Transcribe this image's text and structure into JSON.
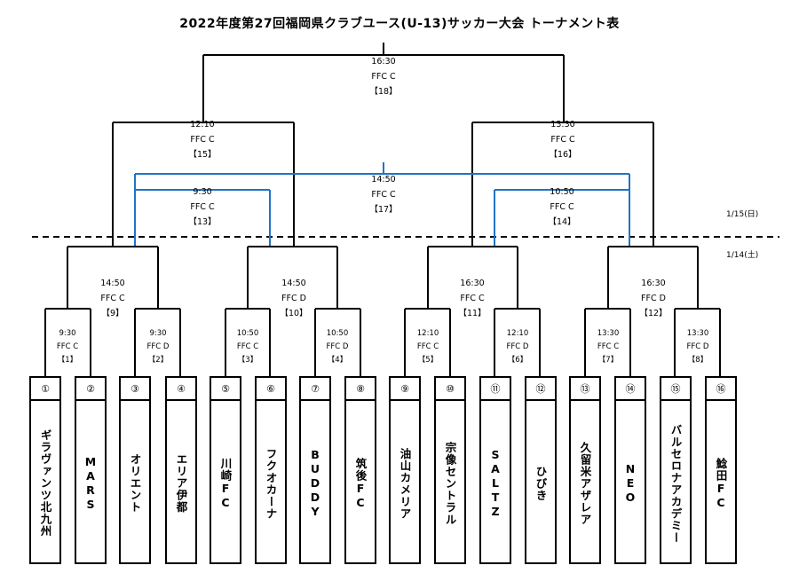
{
  "title": "2022年度第27回福岡県クラブユース(U-13)サッカー大会 トーナメント表",
  "days": {
    "day2": "1/15(日)",
    "day1": "1/14(土)"
  },
  "teams": [
    {
      "num": "①",
      "name": "ギラヴァンツ北九州"
    },
    {
      "num": "②",
      "name": "MARS"
    },
    {
      "num": "③",
      "name": "オリエント"
    },
    {
      "num": "④",
      "name": "エリア伊都"
    },
    {
      "num": "⑤",
      "name": "川崎FC"
    },
    {
      "num": "⑥",
      "name": "フクオカーナ"
    },
    {
      "num": "⑦",
      "name": "BUDDY"
    },
    {
      "num": "⑧",
      "name": "筑後FC"
    },
    {
      "num": "⑨",
      "name": "油山カメリア"
    },
    {
      "num": "⑩",
      "name": "宗像セントラル"
    },
    {
      "num": "⑪",
      "name": "SALTZ"
    },
    {
      "num": "⑫",
      "name": "ひびき"
    },
    {
      "num": "⑬",
      "name": "久留米アザレア"
    },
    {
      "num": "⑭",
      "name": "NEO"
    },
    {
      "num": "⑮",
      "name": "バルセロナアカデミー"
    },
    {
      "num": "⑯",
      "name": "鯰田FC"
    }
  ],
  "matches": {
    "m1": {
      "time": "9:30",
      "venue": "FFC C",
      "no": "【1】"
    },
    "m2": {
      "time": "9:30",
      "venue": "FFC D",
      "no": "【2】"
    },
    "m3": {
      "time": "10:50",
      "venue": "FFC C",
      "no": "【3】"
    },
    "m4": {
      "time": "10:50",
      "venue": "FFC D",
      "no": "【4】"
    },
    "m5": {
      "time": "12:10",
      "venue": "FFC C",
      "no": "【5】"
    },
    "m6": {
      "time": "12:10",
      "venue": "FFC D",
      "no": "【6】"
    },
    "m7": {
      "time": "13:30",
      "venue": "FFC C",
      "no": "【7】"
    },
    "m8": {
      "time": "13:30",
      "venue": "FFC D",
      "no": "【8】"
    },
    "m9": {
      "time": "14:50",
      "venue": "FFC C",
      "no": "【9】"
    },
    "m10": {
      "time": "14:50",
      "venue": "FFC D",
      "no": "【10】"
    },
    "m11": {
      "time": "16:30",
      "venue": "FFC C",
      "no": "【11】"
    },
    "m12": {
      "time": "16:30",
      "venue": "FFC D",
      "no": "【12】"
    },
    "m13": {
      "time": "9:30",
      "venue": "FFC C",
      "no": "【13】"
    },
    "m14": {
      "time": "10:50",
      "venue": "FFC C",
      "no": "【14】"
    },
    "m15": {
      "time": "12:10",
      "venue": "FFC C",
      "no": "【15】"
    },
    "m16": {
      "time": "13:30",
      "venue": "FFC C",
      "no": "【16】"
    },
    "m17": {
      "time": "14:50",
      "venue": "FFC C",
      "no": "【17】"
    },
    "m18": {
      "time": "16:30",
      "venue": "FFC C",
      "no": "【18】"
    }
  }
}
